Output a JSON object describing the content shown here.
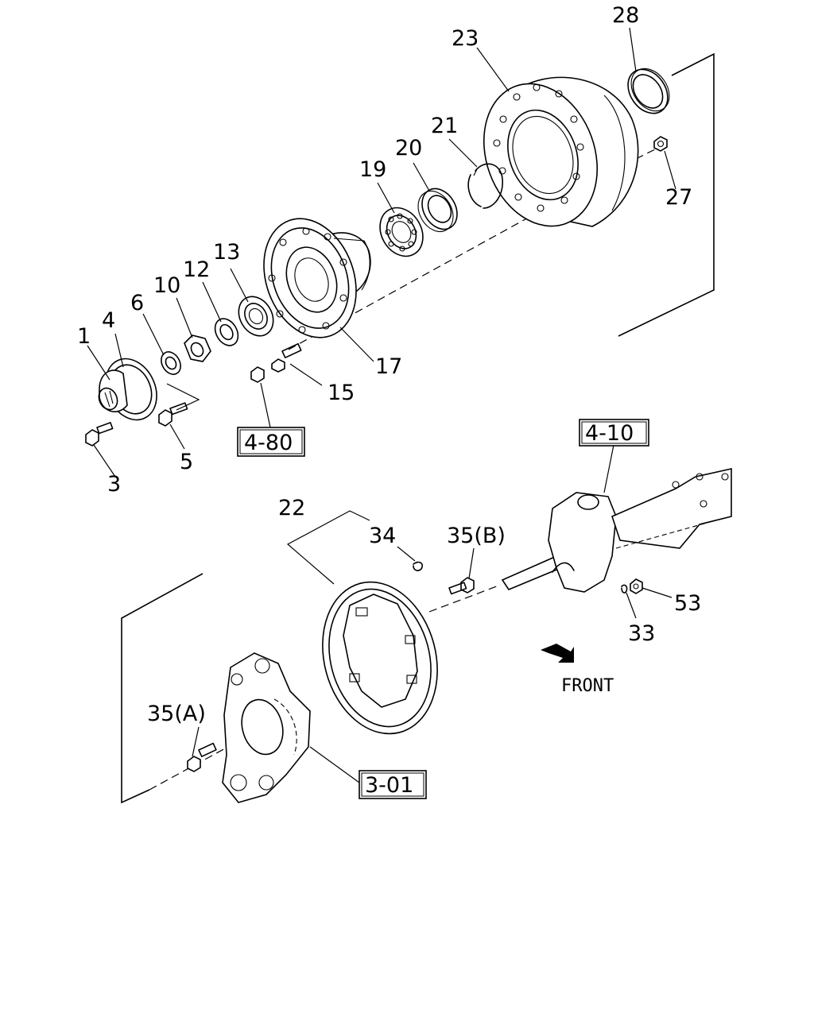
{
  "callouts": {
    "c1": "1",
    "c3": "3",
    "c4": "4",
    "c5": "5",
    "c6": "6",
    "c10": "10",
    "c12": "12",
    "c13": "13",
    "c15": "15",
    "c17": "17",
    "c19": "19",
    "c20": "20",
    "c21": "21",
    "c22": "22",
    "c23": "23",
    "c27": "27",
    "c28": "28",
    "c33": "33",
    "c34": "34",
    "c35a": "35(A)",
    "c35b": "35(B)",
    "c53": "53"
  },
  "references": {
    "ref_4_80": "4-80",
    "ref_4_10": "4-10",
    "ref_3_01": "3-01"
  },
  "direction": {
    "front_label": "FRONT"
  }
}
